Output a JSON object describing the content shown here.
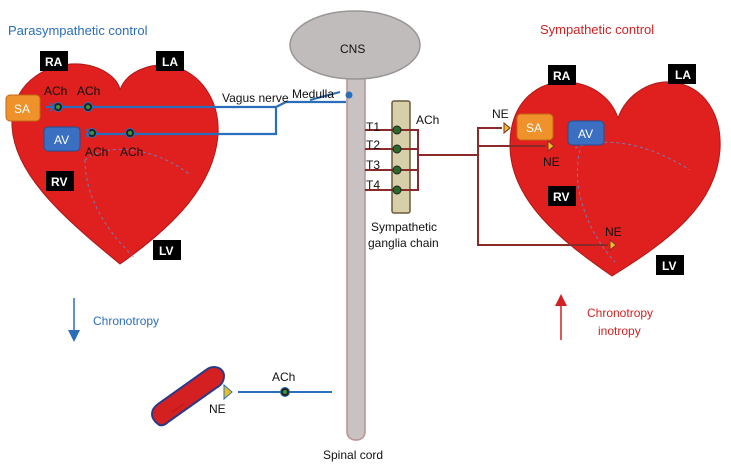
{
  "colors": {
    "heart": "#e01f1f",
    "heart_stroke": "#b01818",
    "parasympathetic": "#2a6ebb",
    "sympathetic": "#8b2a2a",
    "cns": "#c0bcbc",
    "ganglia": "#d6cfa8",
    "sa_node": "#f0922b",
    "av_node": "#3b6fc2",
    "chamber_label_bg": "#000000",
    "para_title": "#2a6ebb",
    "sym_title": "#d42020"
  },
  "titles": {
    "parasympathetic": "Parasympathetic control",
    "sympathetic": "Sympathetic control"
  },
  "cns": {
    "label": "CNS"
  },
  "spinal_cord": {
    "label": "Spinal cord"
  },
  "medulla": {
    "label": "Medulla"
  },
  "vagus_nerve": {
    "label": "Vagus nerve"
  },
  "left_heart": {
    "chambers": {
      "ra": "RA",
      "la": "LA",
      "rv": "RV",
      "lv": "LV"
    },
    "sa": "SA",
    "av": "AV",
    "ach_labels": [
      "ACh",
      "ACh",
      "ACh",
      "ACh"
    ]
  },
  "right_heart": {
    "chambers": {
      "ra": "RA",
      "la": "LA",
      "rv": "RV",
      "lv": "LV"
    },
    "sa": "SA",
    "av": "AV",
    "ne_labels": [
      "NE",
      "NE",
      "NE"
    ]
  },
  "ganglia": {
    "segments": [
      "T1",
      "T2",
      "T3",
      "T4"
    ],
    "ach_label": "ACh",
    "label_line1": "Sympathetic",
    "label_line2": "ganglia chain"
  },
  "effects": {
    "parasympathetic": "Chronotropy",
    "sympathetic_line1": "Chronotropy",
    "sympathetic_line2": "inotropy"
  },
  "vessel": {
    "ne_label": "NE",
    "ach_label": "ACh"
  }
}
